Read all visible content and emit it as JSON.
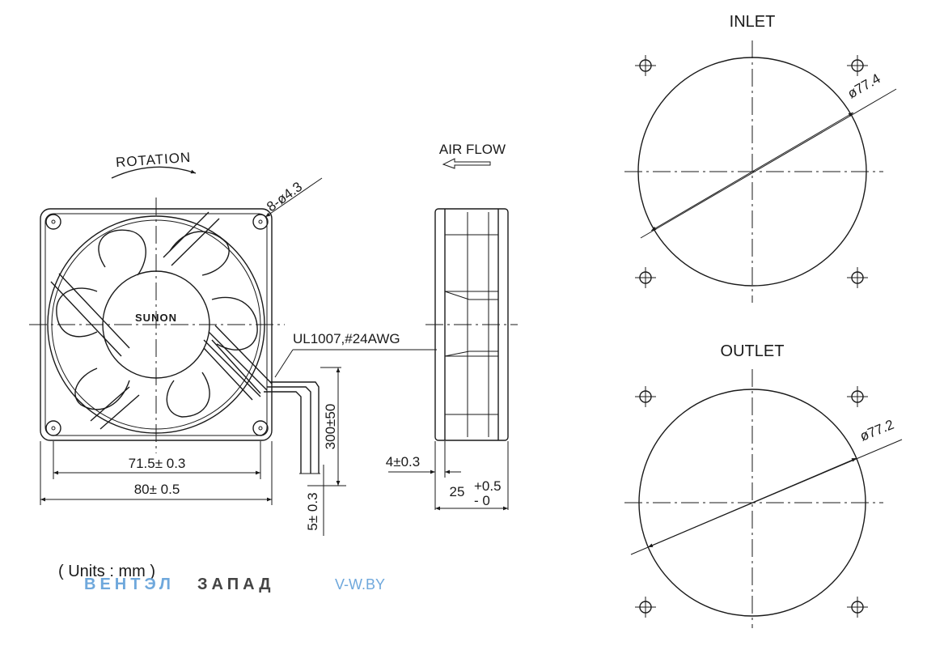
{
  "labels": {
    "rotation": "ROTATION",
    "brand": "SUNON",
    "holes": "8-ø4.3",
    "wire": "UL1007,#24AWG",
    "air_flow": "AIR FLOW",
    "units": "( Units : mm )",
    "inlet": "INLET",
    "outlet": "OUTLET"
  },
  "dimensions": {
    "hole_pitch": "71.5± 0.3",
    "frame_width": "80± 0.5",
    "lead_length": "300±50",
    "strip_length": "5± 0.3",
    "flange": "4±0.3",
    "depth_main": "25",
    "depth_plus": "+0.5",
    "depth_minus": "- 0",
    "inlet_diameter": "ø77.4",
    "outlet_diameter": "ø77.2"
  },
  "watermark": {
    "part1": "ВЕНТЭЛ",
    "part2": "ЗАПАД",
    "site": "V-W.BY",
    "color1": "#6fa8dc",
    "color2": "#444444",
    "color3": "#6fa8dc"
  }
}
